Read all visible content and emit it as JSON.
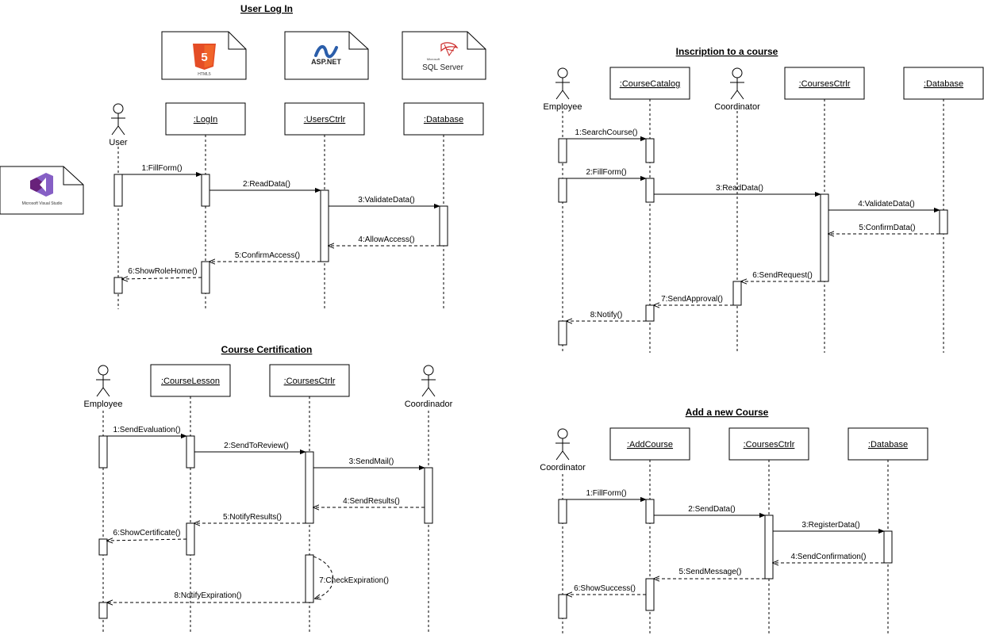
{
  "colors": {
    "line": "#000000",
    "background": "#ffffff",
    "html5": "#e44d26",
    "vs_purple": "#865fc5",
    "sqlserver_red": "#cc2927",
    "aspnet_blue": "#2b5eaa"
  },
  "logos": {
    "html5": {
      "icon": "html5-logo-icon",
      "caption": "HTML5"
    },
    "aspnet": {
      "icon": "aspnet-logo-icon",
      "caption": "ASP.NET"
    },
    "sqlserver": {
      "icon": "sqlserver-logo-icon",
      "caption": "SQL Server",
      "small": "Microsoft"
    },
    "visualstudio": {
      "icon": "visualstudio-logo-icon",
      "caption": "Microsoft Visual Studio"
    }
  },
  "diagrams": [
    {
      "id": "login",
      "title": "User Log In",
      "participants": [
        {
          "label": "User",
          "kind": "actor"
        },
        {
          "label": ":LogIn",
          "kind": "box"
        },
        {
          "label": ":UsersCtrlr",
          "kind": "box"
        },
        {
          "label": ":Database",
          "kind": "box"
        }
      ],
      "messages": [
        {
          "label": "1:FillForm()",
          "type": "sync"
        },
        {
          "label": "2:ReadData()",
          "type": "sync"
        },
        {
          "label": "3:ValidateData()",
          "type": "sync"
        },
        {
          "label": "4:AllowAccess()",
          "type": "return"
        },
        {
          "label": "5:ConfirmAccess()",
          "type": "return"
        },
        {
          "label": "6:ShowRoleHome()",
          "type": "return"
        }
      ]
    },
    {
      "id": "inscription",
      "title": "Inscription to a course",
      "participants": [
        {
          "label": "Employee",
          "kind": "actor"
        },
        {
          "label": ":CourseCatalog",
          "kind": "box"
        },
        {
          "label": "Coordinator",
          "kind": "actor"
        },
        {
          "label": ":CoursesCtrlr",
          "kind": "box"
        },
        {
          "label": ":Database",
          "kind": "box"
        }
      ],
      "messages": [
        {
          "label": "1:SearchCourse()",
          "type": "sync"
        },
        {
          "label": "2:FillForm()",
          "type": "sync"
        },
        {
          "label": "3:ReadData()",
          "type": "sync"
        },
        {
          "label": "4:ValidateData()",
          "type": "sync"
        },
        {
          "label": "5:ConfirmData()",
          "type": "return"
        },
        {
          "label": "6:SendRequest()",
          "type": "return"
        },
        {
          "label": "7:SendApproval()",
          "type": "return"
        },
        {
          "label": "8:Notify()",
          "type": "return"
        }
      ]
    },
    {
      "id": "certification",
      "title": "Course Certification",
      "participants": [
        {
          "label": "Employee",
          "kind": "actor"
        },
        {
          "label": ":CourseLesson",
          "kind": "box"
        },
        {
          "label": ":CoursesCtrlr",
          "kind": "box"
        },
        {
          "label": "Coordinador",
          "kind": "actor"
        }
      ],
      "messages": [
        {
          "label": "1:SendEvaluation()",
          "type": "sync"
        },
        {
          "label": "2:SendToReview()",
          "type": "sync"
        },
        {
          "label": "3:SendMail()",
          "type": "sync"
        },
        {
          "label": "4:SendResults()",
          "type": "return"
        },
        {
          "label": "5:NotifyResults()",
          "type": "return"
        },
        {
          "label": "6:ShowCertificate()",
          "type": "return"
        },
        {
          "label": "7:CheckExpiration()",
          "type": "self"
        },
        {
          "label": "8:NotifyExpiration()",
          "type": "return"
        }
      ]
    },
    {
      "id": "addcourse",
      "title": "Add a new Course",
      "participants": [
        {
          "label": "Coordinator",
          "kind": "actor"
        },
        {
          "label": ":AddCourse",
          "kind": "box"
        },
        {
          "label": ":CoursesCtrlr",
          "kind": "box"
        },
        {
          "label": ":Database",
          "kind": "box"
        }
      ],
      "messages": [
        {
          "label": "1:FillForm()",
          "type": "sync"
        },
        {
          "label": "2:SendData()",
          "type": "sync"
        },
        {
          "label": "3:RegisterData()",
          "type": "sync"
        },
        {
          "label": "4:SendConfirmation()",
          "type": "return"
        },
        {
          "label": "5:SendMessage()",
          "type": "return"
        },
        {
          "label": "6:ShowSuccess()",
          "type": "return"
        }
      ]
    }
  ]
}
